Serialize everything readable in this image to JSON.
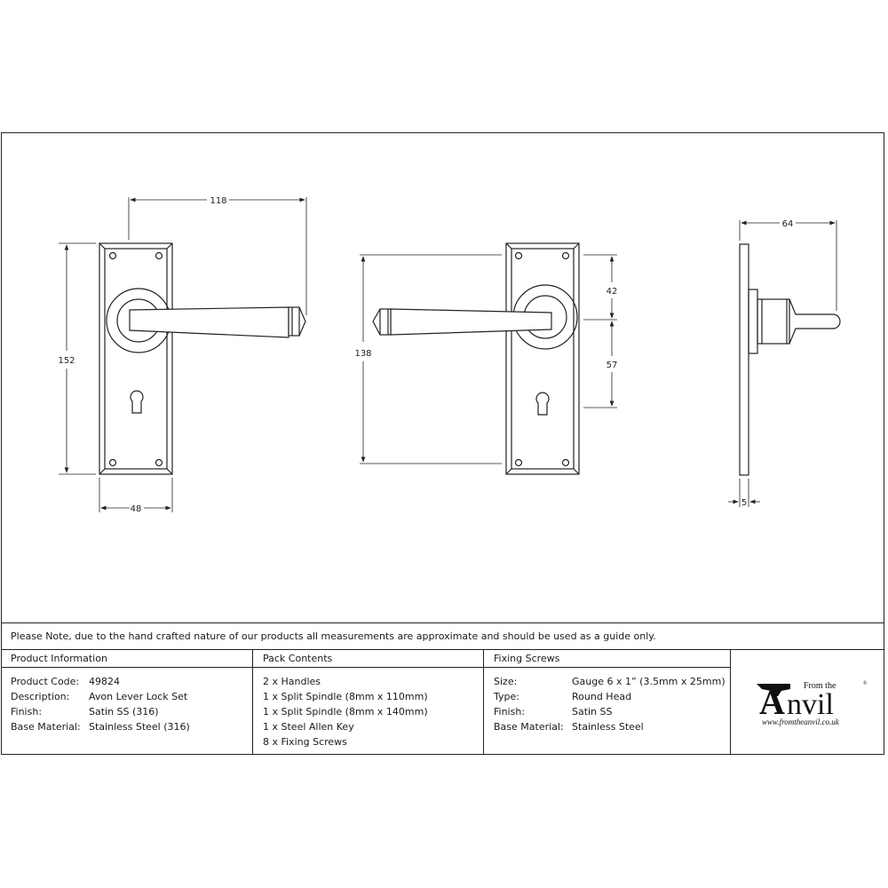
{
  "drawing": {
    "front_view": {
      "dims": {
        "projection": "118",
        "height": "152",
        "width": "48"
      }
    },
    "back_view": {
      "dims": {
        "fixing_centres": "138",
        "top_to_spindle": "42",
        "spindle_to_keyhole": "57"
      }
    },
    "side_view": {
      "dims": {
        "depth": "64",
        "plate_thickness": "5"
      }
    }
  },
  "note": "Please Note, due to the hand crafted nature of our products all measurements are approximate and should be used as a guide only.",
  "product_information": {
    "title": "Product Information",
    "rows": [
      {
        "label": "Product Code:",
        "value": "49824"
      },
      {
        "label": "Description:",
        "value": "Avon Lever Lock Set"
      },
      {
        "label": "Finish:",
        "value": "Satin SS (316)"
      },
      {
        "label": "Base Material:",
        "value": "Stainless Steel (316)"
      }
    ]
  },
  "pack_contents": {
    "title": "Pack Contents",
    "items": [
      "2 x Handles",
      "1 x Split Spindle (8mm x 110mm)",
      "1 x Split Spindle (8mm x 140mm)",
      "1 x Steel Allen Key",
      "8 x Fixing Screws"
    ]
  },
  "fixing_screws": {
    "title": "Fixing Screws",
    "rows": [
      {
        "label": "Size:",
        "value": "Gauge 6 x 1” (3.5mm x 25mm)"
      },
      {
        "label": "Type:",
        "value": "Round Head"
      },
      {
        "label": "Finish:",
        "value": "Satin SS"
      },
      {
        "label": "Base Material:",
        "value": "Stainless Steel"
      }
    ]
  },
  "logo": {
    "from_the": "From the",
    "brand": "Anvil",
    "url": "www.fromtheanvil.co.uk",
    "registered": "®"
  }
}
